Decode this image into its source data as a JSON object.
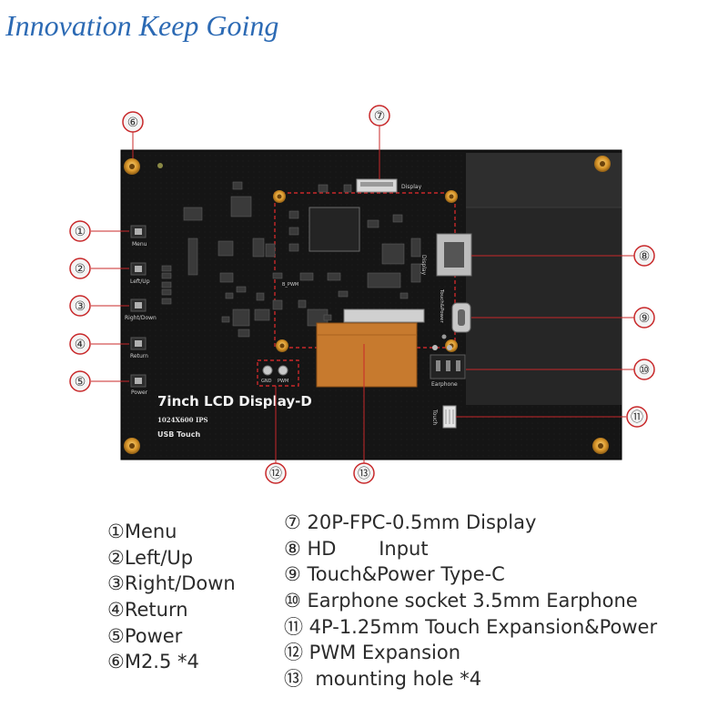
{
  "slogan": "Innovation Keep Going",
  "board": {
    "title": "7inch LCD Display-D",
    "resolution": "1024X600 IPS",
    "interface": "USB Touch",
    "silk": {
      "menu": "Menu",
      "leftup": "Left/Up",
      "rightdown": "Right/Down",
      "return": "Return",
      "power": "Power",
      "display": "Display",
      "hdmi": "Display",
      "touchpower": "Touch&Power",
      "earphone": "Earphone",
      "touch": "Touch",
      "gnd": "GND",
      "pwm": "PWM",
      "bpwm": "B_PWM"
    }
  },
  "markers": {
    "m1": "①",
    "m2": "②",
    "m3": "③",
    "m4": "④",
    "m5": "⑤",
    "m6": "⑥",
    "m7": "⑦",
    "m8": "⑧",
    "m9": "⑨",
    "m10": "⑩",
    "m11": "⑪",
    "m12": "⑫",
    "m13": "⑬"
  },
  "legend_left": [
    "①Menu",
    "②Left/Up",
    "③Right/Down",
    "④Return",
    "⑤Power",
    "⑥M2.5 *4"
  ],
  "legend_right": [
    "⑦ 20P-FPC-0.5mm Display",
    "⑧ HD       Input",
    "⑨ Touch&Power Type-C",
    "⑩ Earphone socket 3.5mm Earphone",
    "⑪ 4P-1.25mm Touch Expansion&Power",
    "⑫ PWM Expansion",
    "⑬  mounting hole *4"
  ],
  "colors": {
    "slogan": "#2c6ab4",
    "pcb": "#141414",
    "leader": "#c8282a",
    "marker_bg": "#f4f4f4",
    "standoff": "#d9962a",
    "fpc": "#c77a2e"
  }
}
